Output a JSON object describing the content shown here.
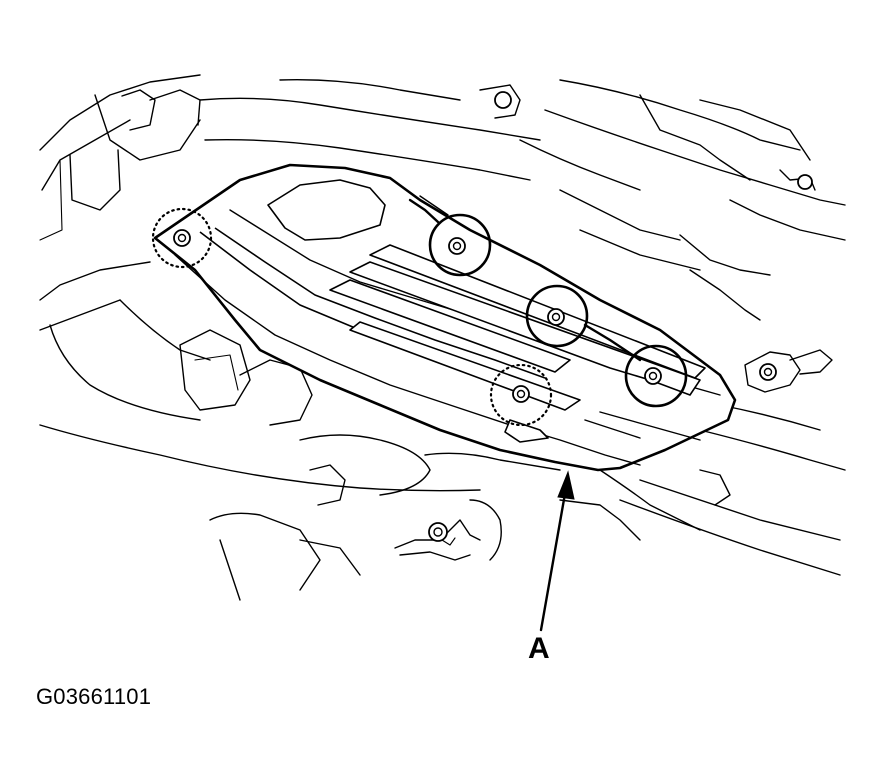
{
  "diagram": {
    "callout_label": "A",
    "figure_code": "G03661101"
  },
  "components": [
    {
      "name": "splash-shield",
      "callout": "A"
    },
    {
      "name": "bolt",
      "marker": "solid-circle",
      "count": 3
    },
    {
      "name": "bolt",
      "marker": "dotted-circle",
      "count": 2
    }
  ]
}
